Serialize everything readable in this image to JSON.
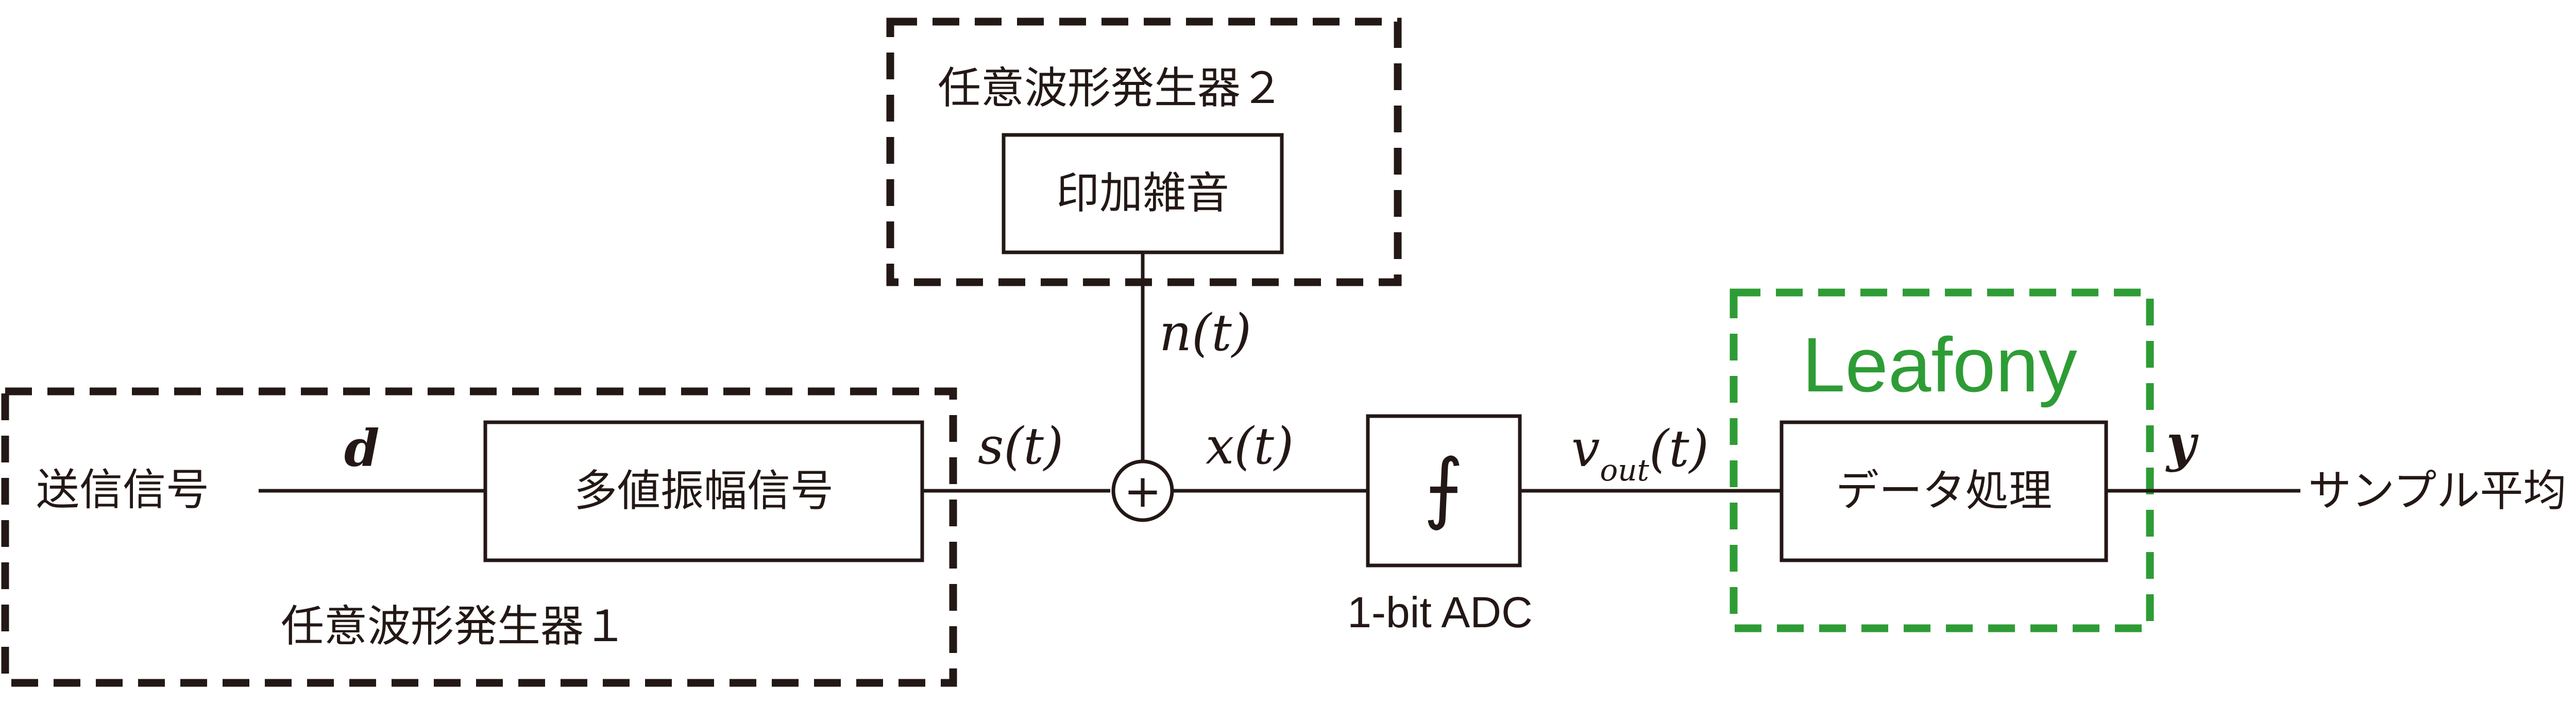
{
  "diagram": {
    "awg1": {
      "label": "任意波形発生器１"
    },
    "awg2": {
      "label": "任意波形発生器２"
    },
    "leafony": {
      "label": "Leafony"
    },
    "blocks": {
      "transmit_signal": "送信信号",
      "multilevel_signal": "多値振幅信号",
      "added_noise": "印加雑音",
      "data_processing": "データ処理",
      "sample_average": "サンプル平均"
    },
    "signals": {
      "d": "d",
      "s": "s(t)",
      "n": "n(t)",
      "x": "x(t)",
      "v_main": "v",
      "v_sub": "out",
      "v_arg": "(t)",
      "y": "y"
    },
    "summing_symbol": "+",
    "adc": {
      "symbol": "⨍",
      "label": "1-bit ADC"
    },
    "colors": {
      "line": "#231815",
      "accent_green": "#2e9c35"
    }
  }
}
